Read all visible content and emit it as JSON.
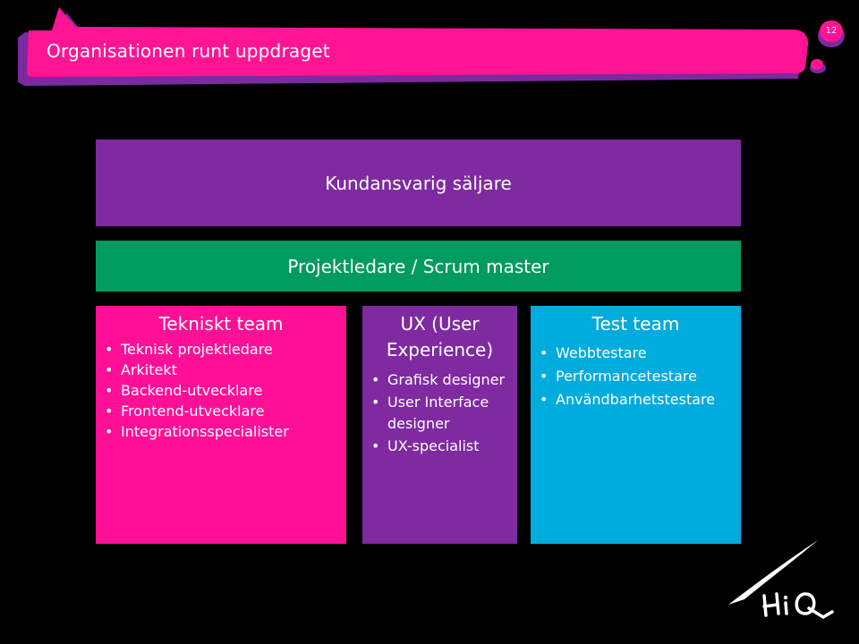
{
  "slide": {
    "title": "Organisationen runt uppdraget",
    "page_number": "12"
  },
  "colors": {
    "background": "#000000",
    "banner_pink": "#ff1493",
    "banner_purple": "#7b2aa0",
    "seller_purple": "#7f2aa0",
    "pm_green": "#009b5f",
    "tech_pink": "#ff0f96",
    "ux_purple": "#7f2aa0",
    "test_blue": "#00abdd"
  },
  "org": {
    "seller": "Kundansvarig säljare",
    "project_manager": "Projektledare / Scrum master",
    "teams": [
      {
        "heading": "Tekniskt team",
        "items": [
          "Teknisk projektledare",
          "Arkitekt",
          "Backend-utvecklare",
          "Frontend-utvecklare",
          "Integrationsspecialister"
        ]
      },
      {
        "heading_line1": "UX (User",
        "heading_line2": "Experience)",
        "items": [
          "Grafisk designer",
          "User Interface designer",
          "UX-specialist"
        ]
      },
      {
        "heading": "Test team",
        "items": [
          "Webbtestare",
          "Performancetestare",
          "Användbarhetstestare"
        ]
      }
    ]
  },
  "logo": {
    "icon": "hiq-logo-icon",
    "text": "HiQ"
  }
}
